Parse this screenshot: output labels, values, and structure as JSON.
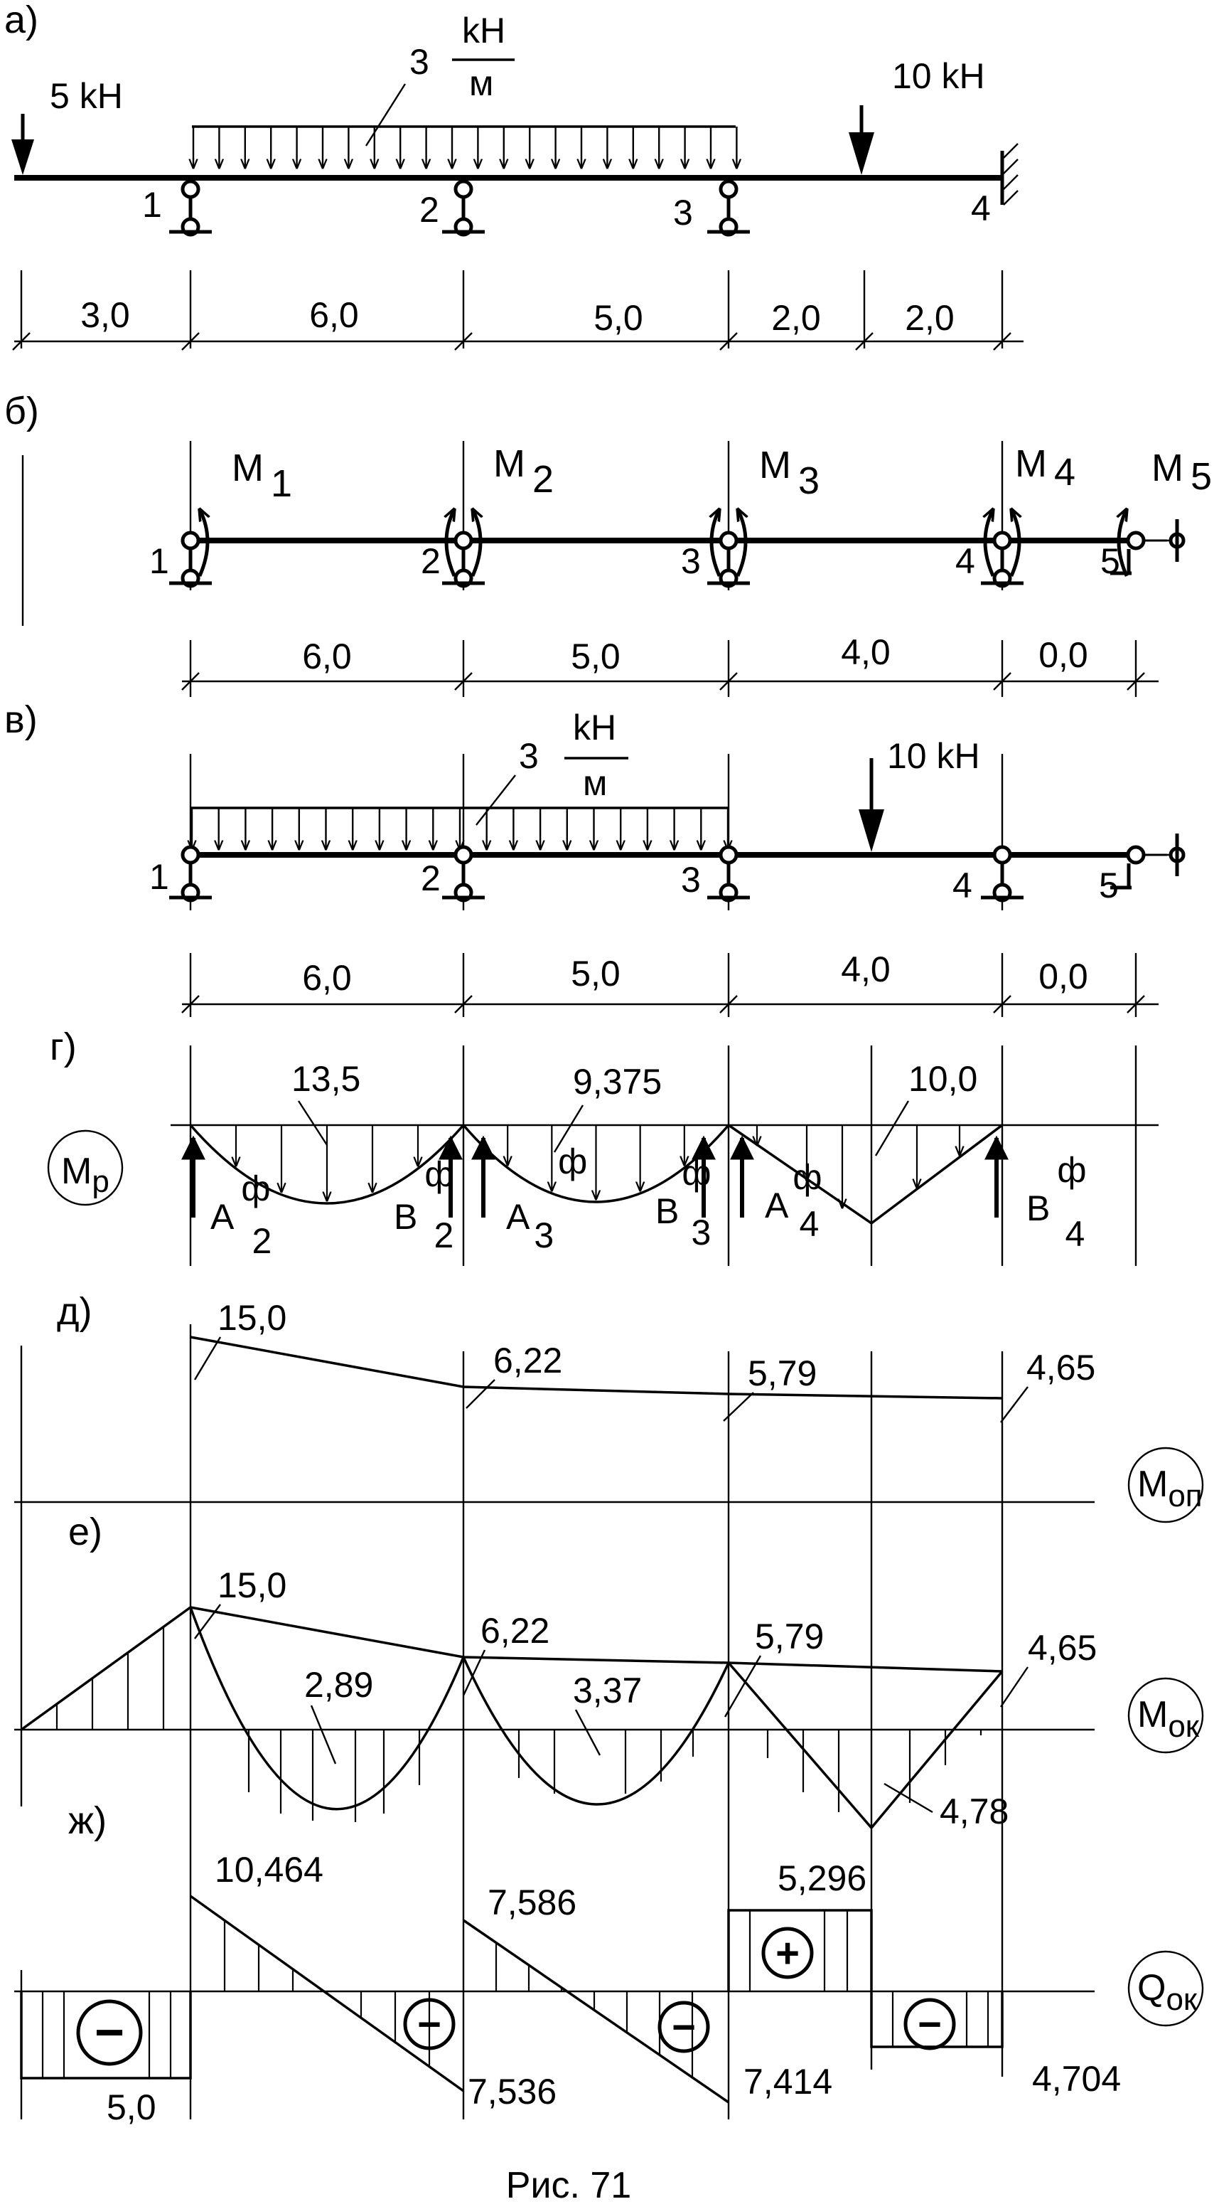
{
  "panels": {
    "a": {
      "label": "а)",
      "load_left": "5 kH",
      "udl_value": "3",
      "udl_unit_top": "kH",
      "udl_unit_bottom": "м",
      "load_right": "10 kH",
      "supports": [
        "1",
        "2",
        "3",
        "4"
      ],
      "dims": [
        "3,0",
        "6,0",
        "5,0",
        "2,0",
        "2,0"
      ]
    },
    "b": {
      "label": "б)",
      "supports": [
        "1",
        "2",
        "3",
        "4",
        "5"
      ],
      "moments": [
        {
          "letter": "M",
          "index": "1"
        },
        {
          "letter": "M",
          "index": "2"
        },
        {
          "letter": "M",
          "index": "3"
        },
        {
          "letter": "M",
          "index": "4"
        },
        {
          "letter": "M",
          "index": "5"
        }
      ],
      "dims": [
        "6,0",
        "5,0",
        "4,0",
        "0,0"
      ]
    },
    "v": {
      "label": "в)",
      "udl_value": "3",
      "udl_unit_top": "kH",
      "udl_unit_bottom": "м",
      "load": "10 kH",
      "supports": [
        "1",
        "2",
        "3",
        "4",
        "5"
      ],
      "dims": [
        "6,0",
        "5,0",
        "4,0",
        "0,0"
      ]
    },
    "g": {
      "label": "г)",
      "circle_letter": "M",
      "circle_index": "p",
      "values": [
        "13,5",
        "9,375",
        "10,0"
      ],
      "reactions": [
        {
          "letter": "A",
          "sup": "ф",
          "index": "2"
        },
        {
          "letter": "B",
          "sup": "ф",
          "index": "2"
        },
        {
          "letter": "A",
          "sup": "ф",
          "index": "3"
        },
        {
          "letter": "B",
          "sup": "ф",
          "index": "3"
        },
        {
          "letter": "A",
          "sup": "ф",
          "index": "4"
        },
        {
          "letter": "B",
          "sup": "ф",
          "index": "4"
        }
      ]
    },
    "d": {
      "label": "д)",
      "circle_letter": "M",
      "circle_index": "оп",
      "values": [
        "15,0",
        "6,22",
        "5,79",
        "4,65"
      ]
    },
    "e": {
      "label": "е)",
      "circle_letter": "M",
      "circle_index": "ок",
      "values": [
        "15,0",
        "6,22",
        "5,79",
        "4,65",
        "2,89",
        "3,37",
        "4,78"
      ]
    },
    "zh": {
      "label": "ж)",
      "circle_letter": "Q",
      "circle_index": "ок",
      "values": [
        "10,464",
        "7,536",
        "7,586",
        "7,414",
        "5,296",
        "4,704",
        "5,0"
      ],
      "signs": [
        "−",
        "−",
        "−",
        "+",
        "−"
      ]
    }
  },
  "caption": "Рис. 71"
}
